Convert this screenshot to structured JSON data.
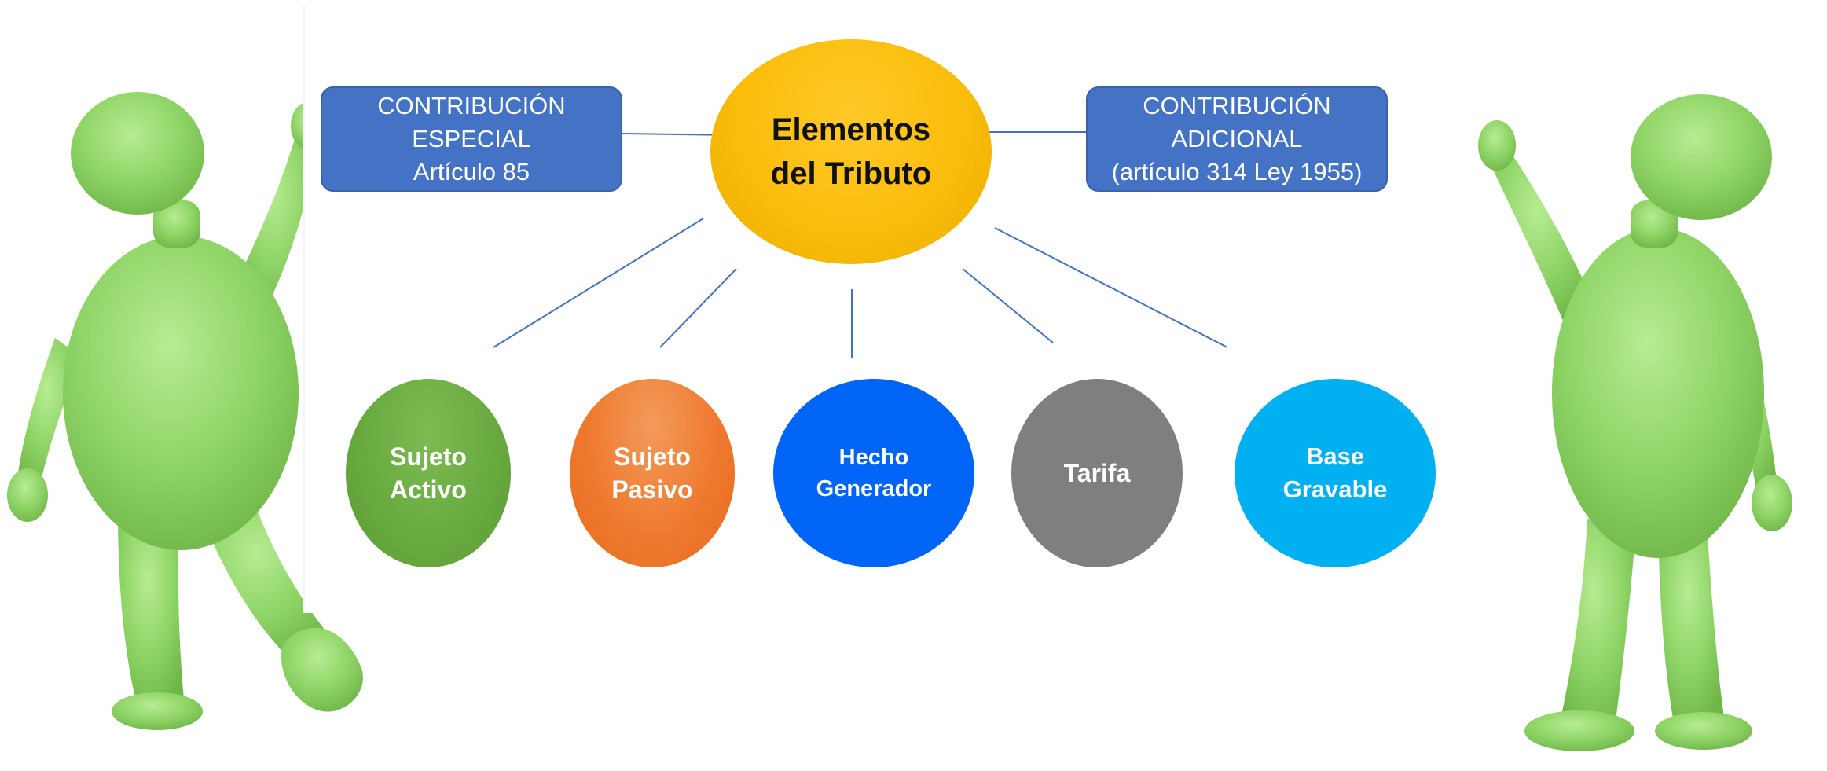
{
  "diagram": {
    "center": {
      "line1": "Elementos",
      "line2": "del Tributo",
      "color": "#fbbd0c"
    },
    "side_boxes": {
      "left": {
        "line1": "CONTRIBUCIÓN",
        "line2": "ESPECIAL",
        "line3": "Artículo 85"
      },
      "right": {
        "line1": "CONTRIBUCIÓN",
        "line2": "ADICIONAL",
        "line3": "(artículo 314 Ley 1955)"
      },
      "color": "#4472c4"
    },
    "nodes": [
      {
        "line1": "Sujeto",
        "line2": "Activo",
        "color": "#67a93f"
      },
      {
        "line1": "Sujeto",
        "line2": "Pasivo",
        "color": "#ef7a2f"
      },
      {
        "line1": "Hecho",
        "line2": "Generador",
        "color": "#0065f7"
      },
      {
        "line1": "Tarifa",
        "line2": "",
        "color": "#7f7f7f"
      },
      {
        "line1": "Base",
        "line2": "Gravable",
        "color": "#00b0f0"
      }
    ],
    "connector_color": "#4472c4",
    "figures": {
      "left": "waving-figure-icon",
      "right": "waving-figure-icon",
      "color": "#8fd466"
    }
  }
}
